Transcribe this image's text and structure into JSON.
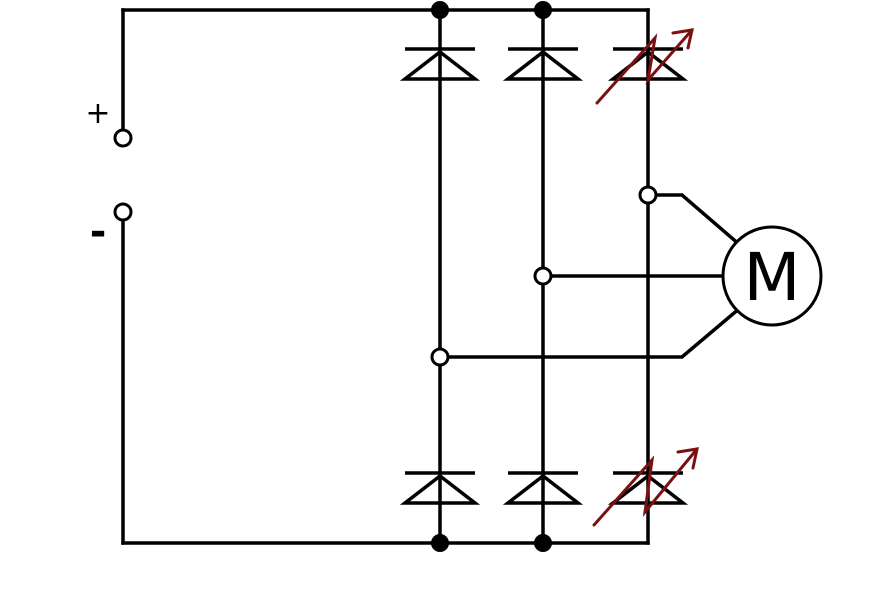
{
  "labels": {
    "plus": "+",
    "minus": "-",
    "motor": "M"
  },
  "colors": {
    "line": "#000000",
    "background": "#ffffff",
    "fault_marker": "#7a1010"
  },
  "components": {
    "terminals": [
      "positive-terminal",
      "negative-terminal"
    ],
    "diode_columns": 3,
    "faulty_diodes": [
      "upper-right-diode",
      "lower-right-diode"
    ]
  }
}
